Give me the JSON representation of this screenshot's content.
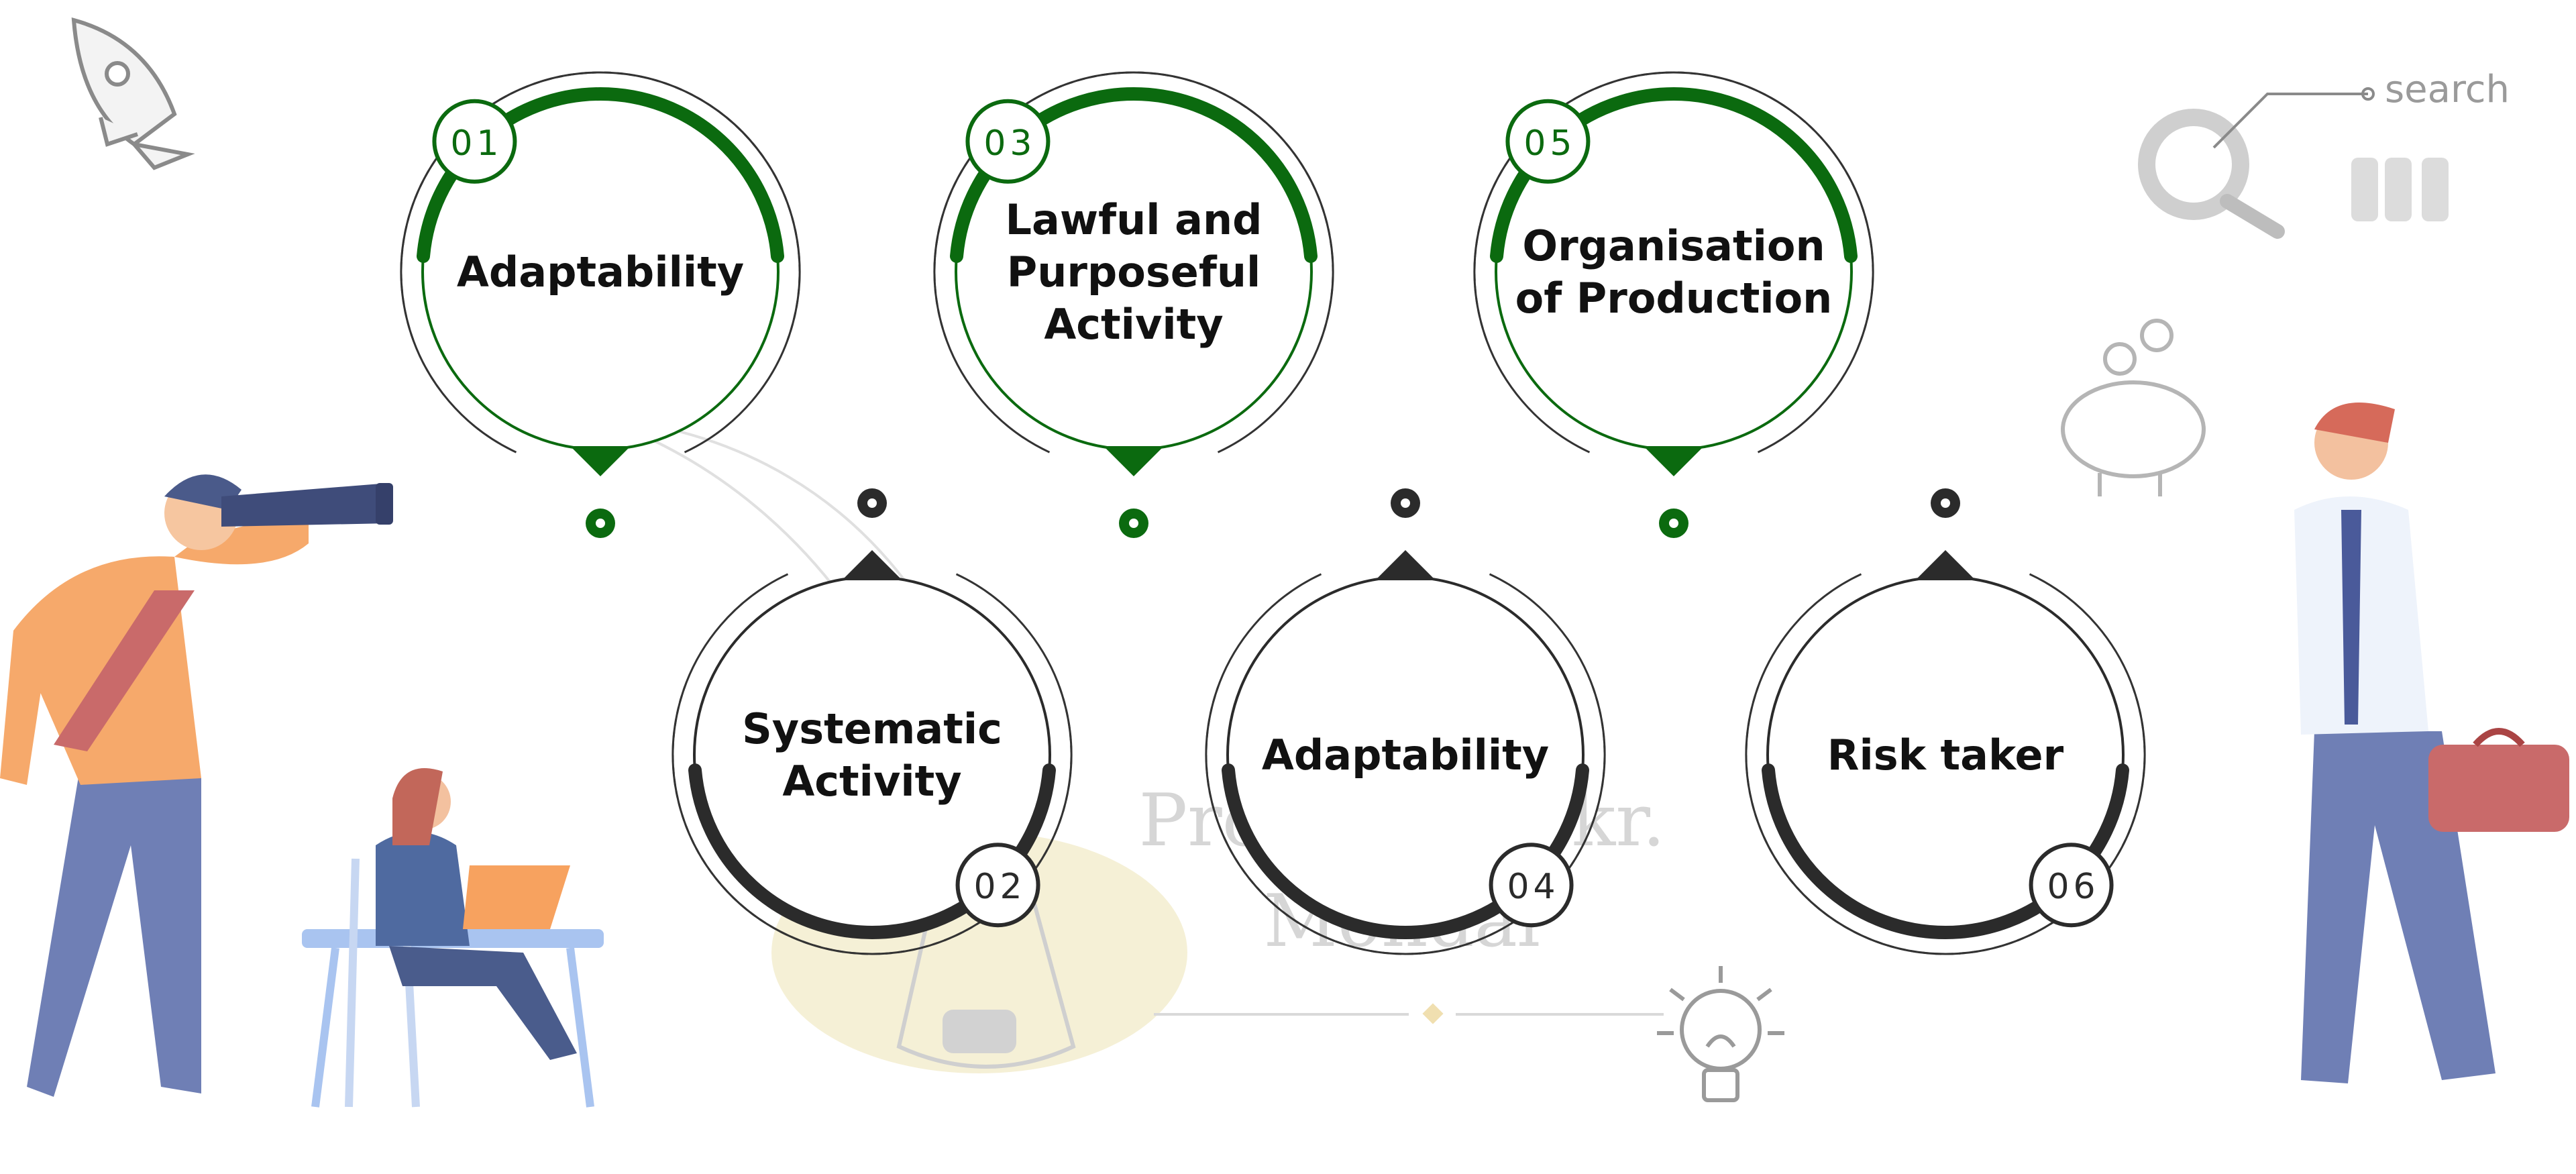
{
  "colors": {
    "green": "#0b6a0f",
    "dark": "#2b2b2b",
    "outline": "#3a3a3a"
  },
  "steps": [
    {
      "number": "01",
      "label_lines": [
        "Adaptability"
      ],
      "color": "green"
    },
    {
      "number": "02",
      "label_lines": [
        "Systematic",
        "Activity"
      ],
      "color": "dark"
    },
    {
      "number": "03",
      "label_lines": [
        "Lawful and",
        "Purposeful",
        "Activity"
      ],
      "color": "green"
    },
    {
      "number": "04",
      "label_lines": [
        "Adaptability"
      ],
      "color": "dark"
    },
    {
      "number": "05",
      "label_lines": [
        "Organisation",
        "of Production"
      ],
      "color": "green"
    },
    {
      "number": "06",
      "label_lines": [
        "Risk taker"
      ],
      "color": "dark"
    }
  ],
  "watermark": {
    "line1": "Prof. Tapas kr.",
    "line2": "Mondal"
  },
  "search_graphic": {
    "label": "search"
  },
  "decor_icons": [
    "rocket-icon",
    "magnifier-icon",
    "piggy-bank-icon",
    "lightbulb-icon",
    "ink-bottle-icon",
    "telescope-man-figure",
    "laptop-woman-figure",
    "businessman-figure"
  ]
}
